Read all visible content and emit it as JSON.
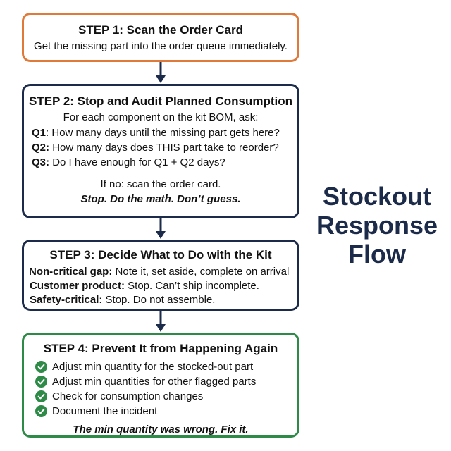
{
  "side_title": [
    "Stockout",
    "Response",
    "Flow"
  ],
  "colors": {
    "navy": "#1c2b4a",
    "orange": "#e07a3a",
    "green": "#2e8b47"
  },
  "step1": {
    "title": "STEP 1: Scan the Order Card",
    "text": "Get the missing part into the order queue immediately."
  },
  "step2": {
    "title": "STEP 2: Stop and Audit Planned Consumption",
    "intro": "For each component on the kit BOM, ask:",
    "questions": [
      {
        "label": "Q1",
        "sep": ": ",
        "text": "How many days until the missing part gets here?"
      },
      {
        "label": "Q2:",
        "sep": " ",
        "text": "How many days does THIS part take to reorder?"
      },
      {
        "label": "Q3:",
        "sep": " ",
        "text": "Do I have enough for Q1 + Q2 days?"
      }
    ],
    "if_no": "If no: scan the order card.",
    "motto": "Stop. Do the math. Don’t guess."
  },
  "step3": {
    "title": "STEP 3: Decide What to Do with the Kit",
    "rules": [
      {
        "label": "Non-critical gap:",
        "text": "Note it, set aside, complete on arrival"
      },
      {
        "label": "Customer product:",
        "text": "Stop. Can’t ship incomplete."
      },
      {
        "label": "Safety-critical:",
        "text": "Stop. Do not assemble."
      }
    ]
  },
  "step4": {
    "title": "STEP 4: Prevent It from Happening Again",
    "checks": [
      {
        "icon": "check-circle-icon",
        "text": "Adjust min quantity for the stocked-out part"
      },
      {
        "icon": "check-circle-icon",
        "text": "Adjust min quantities for other flagged parts"
      },
      {
        "icon": "check-circle-icon",
        "text": "Check for consumption changes"
      },
      {
        "icon": "check-circle-icon",
        "text": "Document the incident"
      }
    ],
    "motto": "The min quantity was wrong. Fix it."
  }
}
